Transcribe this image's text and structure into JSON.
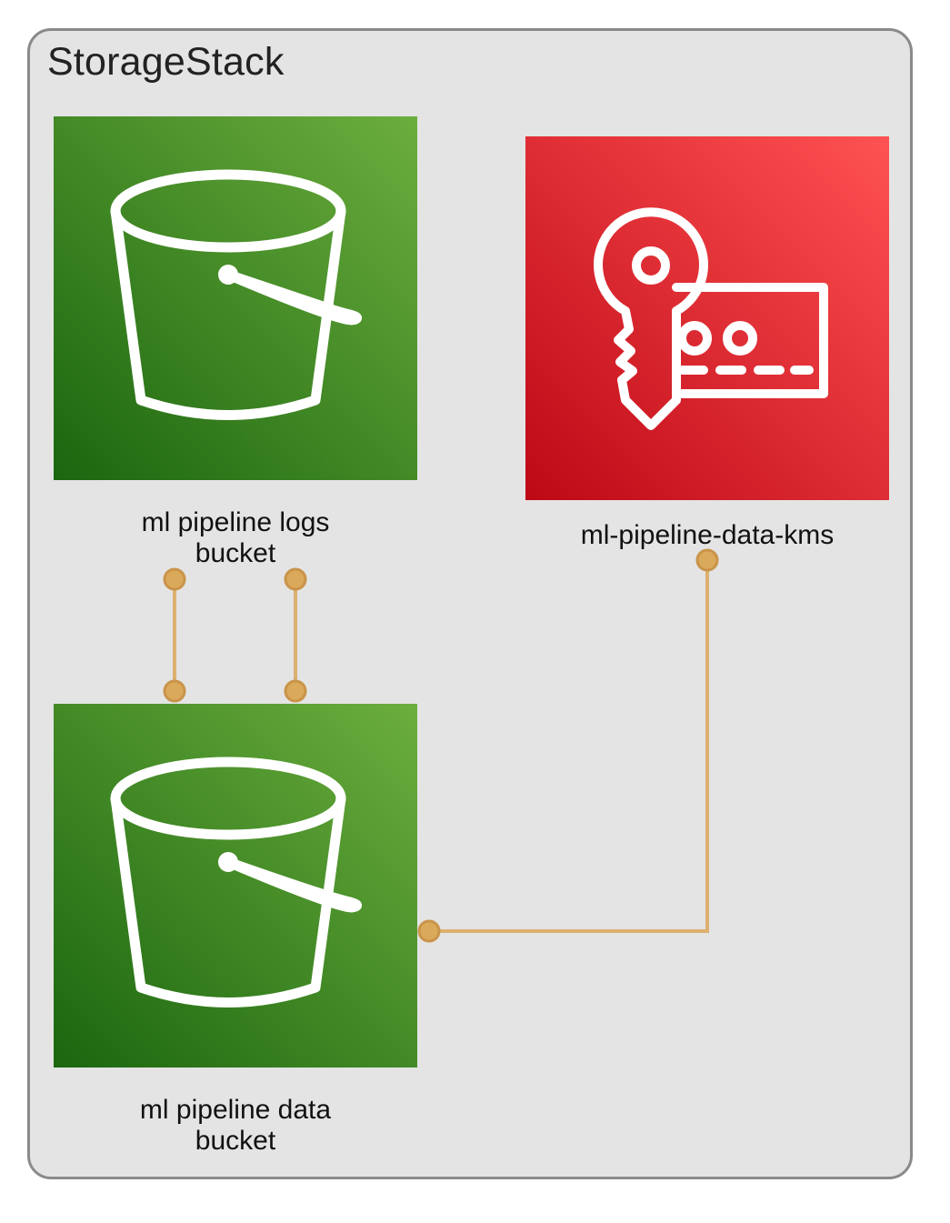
{
  "diagram": {
    "title": "StorageStack",
    "nodes": [
      {
        "id": "logs-bucket",
        "type": "s3-bucket",
        "icon": "s3-bucket-icon",
        "label": "ml pipeline logs\nbucket",
        "color_start": "#1b660f",
        "color_end": "#6cae3e"
      },
      {
        "id": "kms-key",
        "type": "kms-key",
        "icon": "kms-key-icon",
        "label": "ml-pipeline-data-kms",
        "color_start": "#bd0816",
        "color_end": "#ff5252"
      },
      {
        "id": "data-bucket",
        "type": "s3-bucket",
        "icon": "s3-bucket-icon",
        "label": "ml pipeline data\nbucket",
        "color_start": "#1b660f",
        "color_end": "#6cae3e"
      }
    ],
    "edges": [
      {
        "from": "logs-bucket",
        "to": "data-bucket"
      },
      {
        "from": "logs-bucket",
        "to": "data-bucket"
      },
      {
        "from": "data-bucket",
        "to": "kms-key"
      }
    ],
    "colors": {
      "container_fill": "#e4e4e4",
      "container_border": "#8a8a8a",
      "edge": "#dcb070",
      "endpoint_fill": "#dba95a",
      "endpoint_stroke": "#c9944a"
    }
  }
}
